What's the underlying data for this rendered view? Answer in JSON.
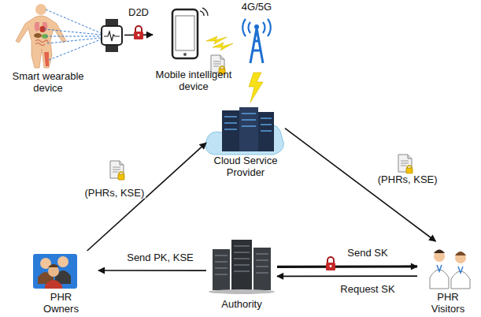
{
  "diagram": {
    "nodes": [
      {
        "text": [
          "Smart wearable device"
        ]
      },
      {
        "text": [
          "Mobile intelligent device"
        ]
      },
      {
        "text": [
          "4G/5G"
        ]
      },
      {
        "text": [
          "Cloud Service Provider"
        ]
      },
      {
        "text": [
          "PHR Owners"
        ]
      },
      {
        "text": [
          "Authority"
        ]
      },
      {
        "text": [
          "PHR Visitors"
        ]
      }
    ],
    "edges": [
      {
        "from": 0,
        "to": 1,
        "arrow": "to",
        "label": "D2D"
      },
      {
        "from": 4,
        "to": 3,
        "arrow": "to",
        "label": "(PHRs, KSE)"
      },
      {
        "from": 3,
        "to": 6,
        "arrow": "to",
        "label": "(PHRs, KSE)"
      },
      {
        "from": 5,
        "to": 4,
        "arrow": "to",
        "label": "Send PK, KSE"
      },
      {
        "from": 5,
        "to": 6,
        "arrow": "to",
        "label": "Send SK"
      },
      {
        "from": 6,
        "to": 5,
        "arrow": "to",
        "label": "Request SK"
      }
    ]
  }
}
